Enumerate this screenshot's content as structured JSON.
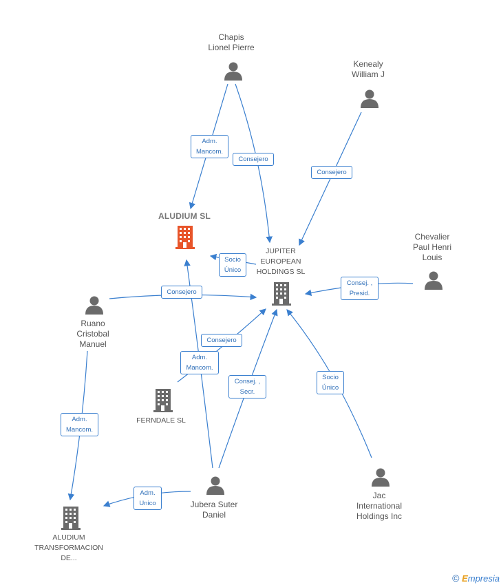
{
  "nodes": {
    "chapis": {
      "label": "Chapis\nLionel Pierre"
    },
    "kenealy": {
      "label": "Kenealy\nWilliam J"
    },
    "aludium": {
      "label": "ALUDIUM SL"
    },
    "jupiter": {
      "label": "JUPITER\nEUROPEAN\nHOLDINGS SL"
    },
    "chevalier": {
      "label": "Chevalier\nPaul Henri\nLouis"
    },
    "ruano": {
      "label": "Ruano\nCristobal\nManuel"
    },
    "ferndale": {
      "label": "FERNDALE SL"
    },
    "jubera": {
      "label": "Jubera Suter\nDaniel"
    },
    "jac": {
      "label": "Jac\nInternational\nHoldings Inc"
    },
    "aludium_trans": {
      "label": "ALUDIUM\nTRANSFORMACION\nDE..."
    }
  },
  "edges": {
    "chapis_aludium": "Adm.\nMancom.",
    "chapis_jupiter": "Consejero",
    "kenealy_jupiter": "Consejero",
    "jupiter_aludium": "Socio\nÚnico",
    "chevalier_jupiter": "Consej. ,\nPresid.",
    "ruano_jupiter": "Consejero",
    "ferndale_jupiter": "Consejero",
    "jubera_aludium": "Adm.\nMancom.",
    "jubera_jupiter": "Consej. ,\nSecr.",
    "jac_jupiter": "Socio\nÚnico",
    "ruano_aludium_trans": "Adm.\nMancom.",
    "jubera_aludium_trans": "Adm.\nUnico"
  },
  "footer": {
    "copyright": "©",
    "brand_first": "E",
    "brand_rest": "mpresia"
  },
  "colors": {
    "edge": "#3a7fcf",
    "person": "#6b6b6b",
    "company": "#6b6b6b",
    "highlight": "#e8552a"
  }
}
